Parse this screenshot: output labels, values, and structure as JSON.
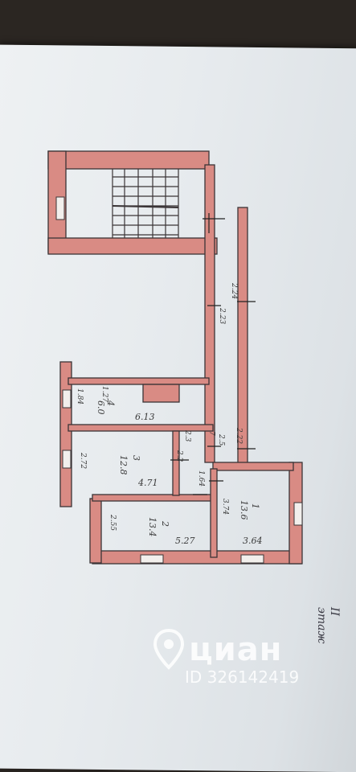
{
  "floor_label": "II этаж",
  "rooms": [
    {
      "number": "1",
      "area": "13.6",
      "width": "3.74",
      "length": "3.64"
    },
    {
      "number": "2",
      "area": "13.4",
      "width": "2.55",
      "length": "5.27"
    },
    {
      "number": "3",
      "area": "12.8",
      "width": "2.72",
      "length": "4.71"
    },
    {
      "number": "4",
      "area": "6.0",
      "width": "1.84",
      "length": "6.13"
    }
  ],
  "dimensions": {
    "corridor_outer": "2.24",
    "corridor_inner": "2.23",
    "hall_a": "2.22",
    "hall_b": "2.5",
    "hall_c": "1.64",
    "small_a": "1.27",
    "small_b": "2.3",
    "small_c": "2.2",
    "small_d": "7"
  },
  "watermark": {
    "brand": "циан",
    "id": "ID 326142419"
  },
  "colors": {
    "wall_fill": "#d98b84",
    "wall_line": "#3a3436",
    "paper": "#e9edf0"
  }
}
